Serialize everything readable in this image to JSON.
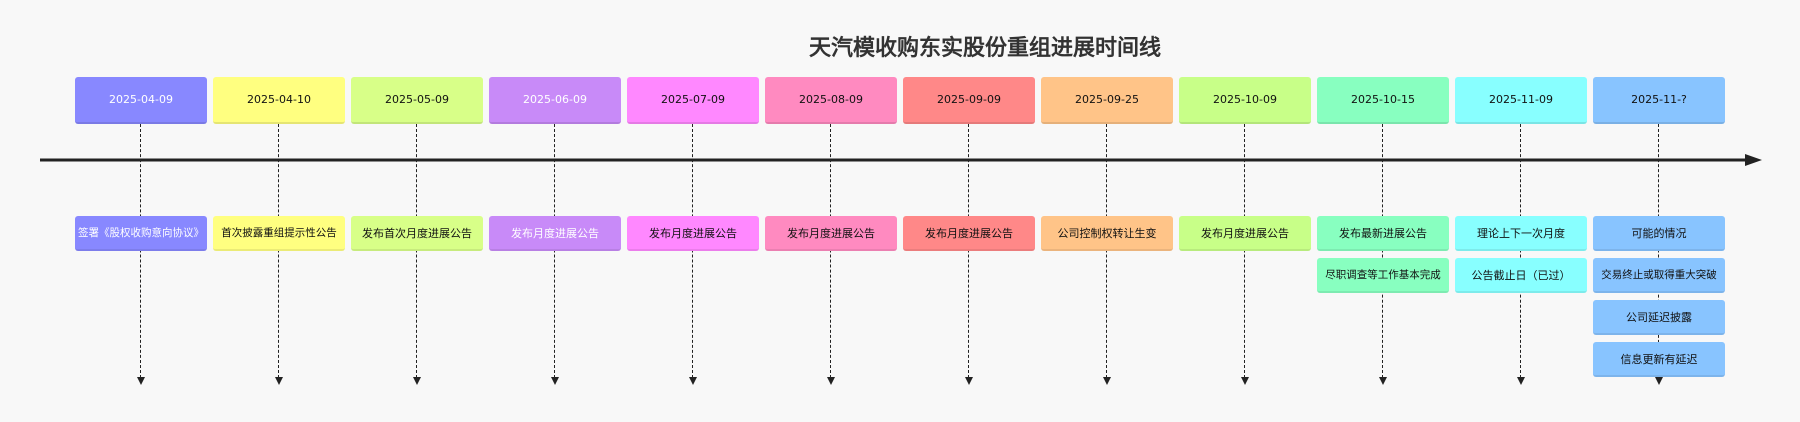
{
  "title": "天汽模收购东实股份重组进展时间线",
  "columns": [
    {
      "date": "2025-04-09",
      "color": "#8888ff",
      "light": true,
      "events": [
        "签署《股权收购意向协议》"
      ]
    },
    {
      "date": "2025-04-10",
      "color": "#ffff80",
      "light": false,
      "events": [
        "首次披露重组提示性公告"
      ]
    },
    {
      "date": "2025-05-09",
      "color": "#d8ff88",
      "light": false,
      "events": [
        "发布首次月度进展公告"
      ]
    },
    {
      "date": "2025-06-09",
      "color": "#c88af8",
      "light": true,
      "events": [
        "发布月度进展公告"
      ]
    },
    {
      "date": "2025-07-09",
      "color": "#ff88ff",
      "light": false,
      "events": [
        "发布月度进展公告"
      ]
    },
    {
      "date": "2025-08-09",
      "color": "#ff8ac0",
      "light": false,
      "events": [
        "发布月度进展公告"
      ]
    },
    {
      "date": "2025-09-09",
      "color": "#ff8888",
      "light": false,
      "events": [
        "发布月度进展公告"
      ]
    },
    {
      "date": "2025-09-25",
      "color": "#ffc488",
      "light": false,
      "events": [
        "公司控制权转让生变"
      ]
    },
    {
      "date": "2025-10-09",
      "color": "#c8ff88",
      "light": false,
      "events": [
        "发布月度进展公告"
      ]
    },
    {
      "date": "2025-10-15",
      "color": "#88ffc0",
      "light": false,
      "events": [
        "发布最新进展公告",
        "尽职调查等工作基本完成"
      ]
    },
    {
      "date": "2025-11-09",
      "color": "#88ffff",
      "light": false,
      "events": [
        "理论上下一次月度",
        "公告截止日（已过）"
      ]
    },
    {
      "date": "2025-11-?",
      "color": "#88c4ff",
      "light": false,
      "events": [
        "可能的情况",
        "交易终止或取得重大突破",
        "公司延迟披露",
        "信息更新有延迟"
      ]
    }
  ]
}
